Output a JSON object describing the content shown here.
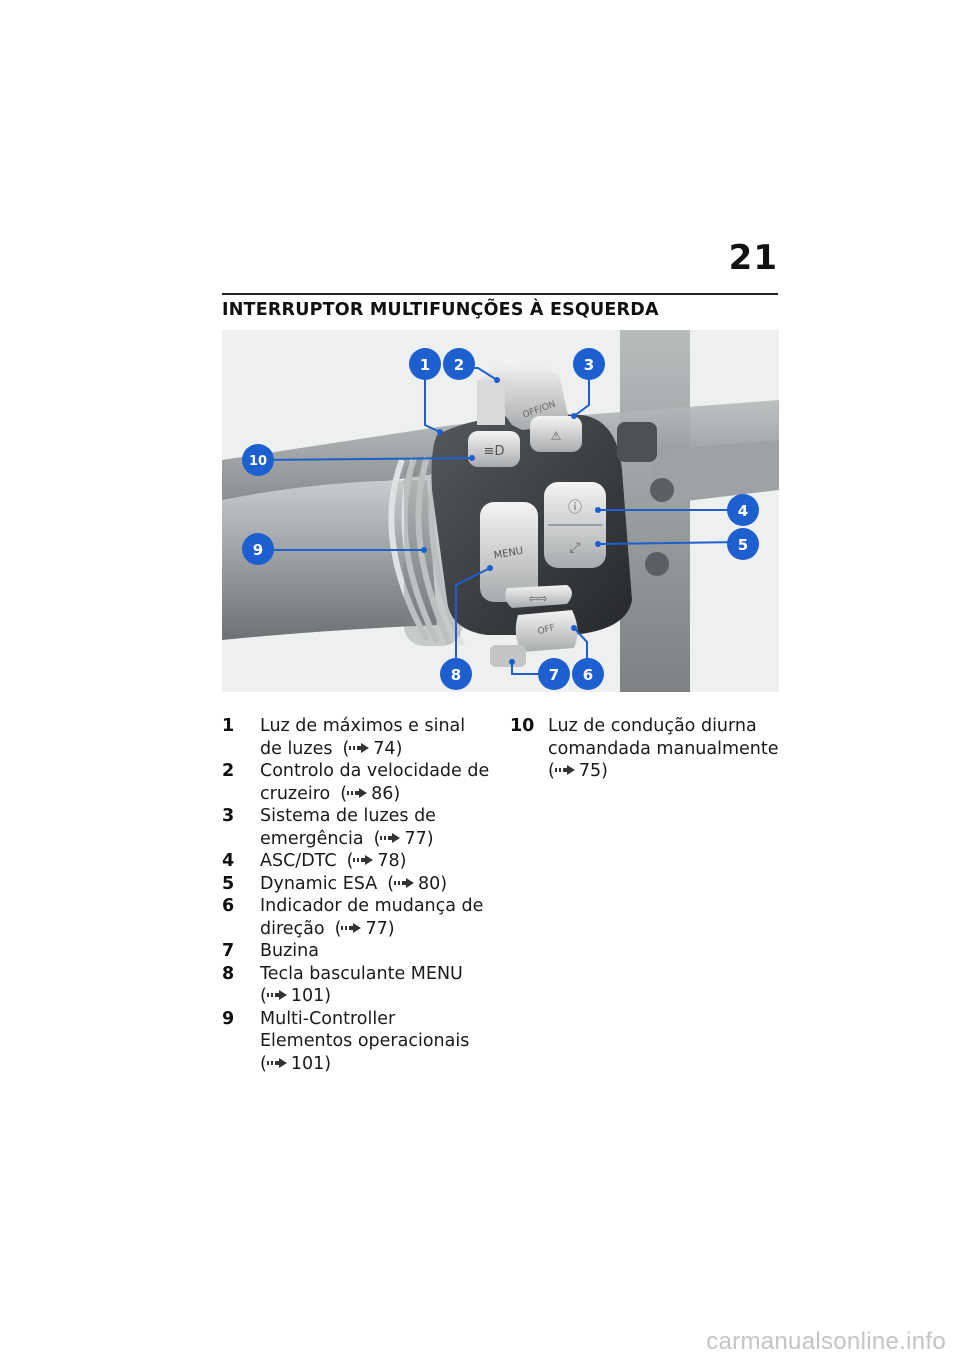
{
  "page": {
    "number": "21",
    "section_title": "INTERRUPTOR MULTIFUNÇÕES À ESQUERDA"
  },
  "figure": {
    "callouts": [
      "1",
      "2",
      "3",
      "4",
      "5",
      "6",
      "7",
      "8",
      "9",
      "10"
    ],
    "button_labels": {
      "cruise": "OFF/ON",
      "menu": "MENU",
      "indicator": "OFF"
    },
    "colors": {
      "callout": "#1d5fcf",
      "body": "#3a3c40",
      "grip": "#8e9294"
    }
  },
  "legend": {
    "left": [
      {
        "num": "1",
        "line1": "Luz de máximos e sinal",
        "line2": "de luzes",
        "ref": "74)"
      },
      {
        "num": "2",
        "line1": "Controlo da velocidade de",
        "line2": "cruzeiro",
        "ref": "86)"
      },
      {
        "num": "3",
        "line1": "Sistema de luzes de",
        "line2": "emergência",
        "ref": "77)"
      },
      {
        "num": "4",
        "line1": "ASC/DTC",
        "ref": "78)"
      },
      {
        "num": "5",
        "line1": "Dynamic ESA",
        "ref": "80)"
      },
      {
        "num": "6",
        "line1": "Indicador de mudança de",
        "line2": "direção",
        "ref": "77)"
      },
      {
        "num": "7",
        "line1": "Buzina"
      },
      {
        "num": "8",
        "line1": "Tecla basculante MENU",
        "ref": "101)"
      },
      {
        "num": "9",
        "line1": "Multi-Controller",
        "line2": "Elementos operacionais",
        "ref": "101)"
      }
    ],
    "right": [
      {
        "num": "10",
        "line1": "Luz de condução diurna",
        "line2": "comandada manualmente",
        "ref": "75)"
      }
    ],
    "ref_open": "("
  },
  "watermark": "carmanualsonline.info"
}
